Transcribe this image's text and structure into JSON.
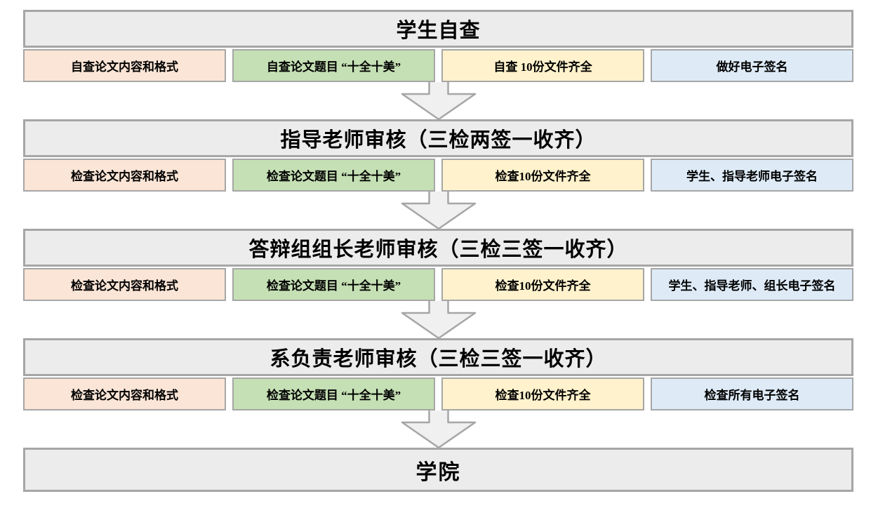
{
  "diagram": {
    "colors": {
      "header_fill": "#ececec",
      "border_gray": "#a6a6a6",
      "arrow_fill": "#f0f0f0",
      "step_peach": "#fbe5d6",
      "step_green": "#c5e0b4",
      "step_yellow": "#fff2cc",
      "step_blue": "#deebf7"
    },
    "icons": {
      "down_arrow": "block-down-arrow"
    },
    "stages": [
      {
        "title": "学生自查",
        "steps": [
          {
            "label": "自查论文内容和格式",
            "color": "#fbe5d6"
          },
          {
            "label": "自查论文题目 “十全十美”",
            "color": "#c5e0b4"
          },
          {
            "label": "自查 10份文件齐全",
            "color": "#fff2cc"
          },
          {
            "label": "做好电子签名",
            "color": "#deebf7"
          }
        ]
      },
      {
        "title": "指导老师审核（三检两签一收齐）",
        "steps": [
          {
            "label": "检查论文内容和格式",
            "color": "#fbe5d6"
          },
          {
            "label": "检查论文题目 “十全十美”",
            "color": "#c5e0b4"
          },
          {
            "label": "检查10份文件齐全",
            "color": "#fff2cc"
          },
          {
            "label": "学生、指导老师电子签名",
            "color": "#deebf7"
          }
        ]
      },
      {
        "title": "答辩组组长老师审核（三检三签一收齐）",
        "steps": [
          {
            "label": "检查论文内容和格式",
            "color": "#fbe5d6"
          },
          {
            "label": "检查论文题目 “十全十美”",
            "color": "#c5e0b4"
          },
          {
            "label": "检查10份文件齐全",
            "color": "#fff2cc"
          },
          {
            "label": "学生、指导老师、组长电子签名",
            "color": "#deebf7"
          }
        ]
      },
      {
        "title": "系负责老师审核（三检三签一收齐）",
        "steps": [
          {
            "label": "检查论文内容和格式",
            "color": "#fbe5d6"
          },
          {
            "label": "检查论文题目 “十全十美”",
            "color": "#c5e0b4"
          },
          {
            "label": "检查10份文件齐全",
            "color": "#fff2cc"
          },
          {
            "label": "检查所有电子签名",
            "color": "#deebf7"
          }
        ]
      },
      {
        "title": "学院",
        "steps": []
      }
    ]
  }
}
